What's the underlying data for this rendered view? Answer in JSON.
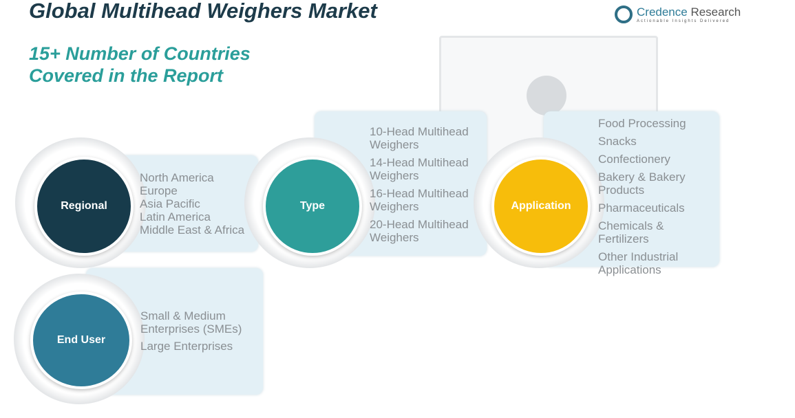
{
  "title": "Global Multihead Weighers Market",
  "subtitle": [
    "15+ Number of Countries",
    "Covered in the Report"
  ],
  "logo": {
    "name1": "Credence",
    "name2": "Research",
    "tagline": "Actionable Insights Delivered"
  },
  "colors": {
    "regional": "#173b4b",
    "type": "#2e9e9a",
    "application": "#f7bd0b",
    "end_user": "#2f7c98",
    "box": "#e3f0f6"
  },
  "segments": {
    "regional": {
      "label": "Regional",
      "items": [
        "North America",
        "Europe",
        "Asia Pacific",
        "Latin America",
        "Middle East & Africa"
      ]
    },
    "type": {
      "label": "Type",
      "items": [
        "10-Head Multihead Weighers",
        "14-Head Multihead Weighers",
        "16-Head Multihead Weighers",
        "20-Head Multihead Weighers"
      ]
    },
    "application": {
      "label": "Application",
      "items": [
        "Food Processing",
        "Snacks",
        "Confectionery",
        "Bakery & Bakery Products",
        "Pharmaceuticals",
        "Chemicals & Fertilizers",
        "Other Industrial Applications"
      ]
    },
    "end_user": {
      "label": "End User",
      "items": [
        "Small & Medium Enterprises (SMEs)",
        "Large Enterprises"
      ]
    }
  }
}
